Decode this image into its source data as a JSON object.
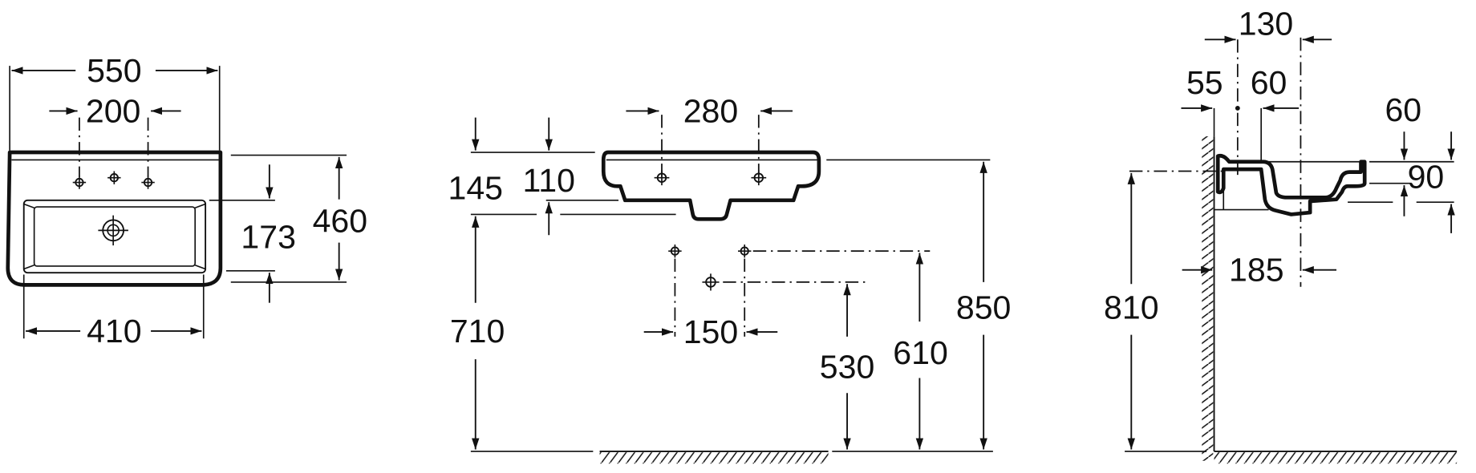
{
  "front_view": {
    "overall_width": "550",
    "tap_hole_spacing": "200",
    "overall_depth": "460",
    "bowl_depth": "173",
    "bowl_width": "410"
  },
  "front_elevation": {
    "overflow_spacing": "280",
    "basin_height": "145",
    "rim_to_bowl": "110",
    "underside_height": "710",
    "supply_spacing": "150",
    "waste_height": "530",
    "supply_height": "610",
    "rim_height": "850"
  },
  "side_view": {
    "tap_to_bowl_axis": "130",
    "wall_to_tap": "55",
    "tap_to_bowl_edge": "60",
    "rim_thickness": "60",
    "overall_height": "90",
    "wall_to_waste": "185",
    "fixing_height": "810"
  },
  "colors": {
    "line": "#111111",
    "background": "#ffffff"
  }
}
